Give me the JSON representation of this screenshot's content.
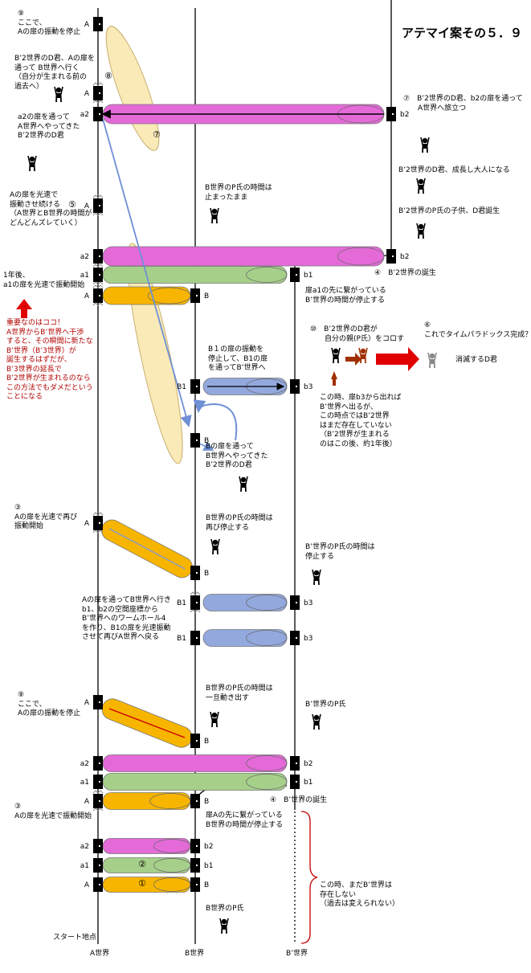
{
  "title": "アテマイ案その５．９",
  "world_labels": {
    "a": "A世界",
    "b": "B世界",
    "bp": "B’世界"
  },
  "start_label": "スタート地点",
  "door_labels": {
    "A": "A",
    "a1": "a1",
    "a2": "a2",
    "B": "B",
    "B1": "B1",
    "b1": "b1",
    "b2": "b2",
    "b3": "b3"
  },
  "pipe_numbers": {
    "p1": "①",
    "p2": "②",
    "p7": "⑦"
  },
  "notes": [
    {
      "id": "n9top",
      "text": "⑨\nここで、\nAの扉の振動を停止"
    },
    {
      "id": "n8",
      "text": "B’2世界のD君、Aの扉を\n通って B世界へ行く\n（自分が生まれる前の\n過去へ）"
    },
    {
      "id": "n8num",
      "text": "⑧"
    },
    {
      "id": "n7",
      "text": "⑦　B’2世界のD君、b2の扉を通って\n　　A世界へ旅立つ"
    },
    {
      "id": "na2",
      "text": "a2の扉を通って\nA世界へやってきた\nB’2世界のD君"
    },
    {
      "id": "nadult",
      "text": "B’2世界のD君、成長し大人になる"
    },
    {
      "id": "nbirth",
      "text": "B’2世界のP氏の子供、D君誕生"
    },
    {
      "id": "n5",
      "text": "Aの扉を光速で\n振動させ続ける\n（A世界とB世界の時間が\nどんどんズレていく）"
    },
    {
      "id": "n5num",
      "text": "⑤"
    },
    {
      "id": "nstop1",
      "text": "B世界のP氏の時間は\n止まったまま"
    },
    {
      "id": "nyear",
      "text": "1年後、\na1の扉を光速で振動開始"
    },
    {
      "id": "nb2birth",
      "text": "④　B’2世界の誕生"
    },
    {
      "id": "nb1stop",
      "text": "扉a1の先に繋がっている\nB’世界の時間が停止する"
    },
    {
      "id": "nimportant",
      "text": "重要なのはココ！\nA世界からB’世界へ干渉\nすると、その瞬間に新たな\nB’世界（B’3世界）が\n誕生するはずだが、\nB’3世界の延長で\nB’2世界が生まれるのなら\nこの方法でもダメだという\nことになる"
    },
    {
      "id": "n10",
      "text": "⑩　B’2世界のD君が\n　　自分の親(P氏）をコロす"
    },
    {
      "id": "n6",
      "text": "⑥\nこれでタイムパラドックス完成？"
    },
    {
      "id": "nvanish",
      "text": "消滅するD君"
    },
    {
      "id": "nB1door",
      "text": "B１の扉の振動を\n停止して、B1の扉\nを通ってB’世界へ"
    },
    {
      "id": "nb3",
      "text": "この時、扉b3から出れば\nB’世界へ出るが、\nこの時点ではB’2世界\nはまだ存在していない\n（B’2世界が生まれる\nのはこの後、約1年後）"
    },
    {
      "id": "nBdoor",
      "text": "Bの扉を通って\nB世界へやってきた\nB’2世界のD君"
    },
    {
      "id": "n3b",
      "text": "③\nAの扉を光速で再び\n振動開始"
    },
    {
      "id": "nstop2",
      "text": "B世界のP氏の時間は\n再び停止する"
    },
    {
      "id": "nbpstop",
      "text": "B’世界のP氏の時間は\n停止する"
    },
    {
      "id": "nworm",
      "text": "Aの扉を通ってB世界へ行き\nb1、b2の空間座標から\nB’世界へのワームホール4\nを作り、B1の扉を光速振動\nさせて再びA世界へ戻る"
    },
    {
      "id": "n9b",
      "text": "⑨\nここで、\nAの扉の振動を停止"
    },
    {
      "id": "nmove",
      "text": "B世界のP氏の時間は\n一旦動き出す"
    },
    {
      "id": "nbpP",
      "text": "B’世界のP氏"
    },
    {
      "id": "nbpbirth",
      "text": "④　B’世界の誕生"
    },
    {
      "id": "n3a",
      "text": "③\nAの扉を光速で振動開始"
    },
    {
      "id": "nAstop",
      "text": "扉Aの先に繋がっている\nB世界の時間が停止する"
    },
    {
      "id": "nnotyet",
      "text": "この時、まだB’世界は\n存在しない\n（過去は変えられない）"
    },
    {
      "id": "nbP",
      "text": "B世界のP氏"
    }
  ],
  "colors": {
    "orange": "#f7b500",
    "green": "#a6d08a",
    "pink": "#e46ad8",
    "blue": "#93a9de",
    "pale": "#faeab8",
    "red": "#e00000"
  }
}
